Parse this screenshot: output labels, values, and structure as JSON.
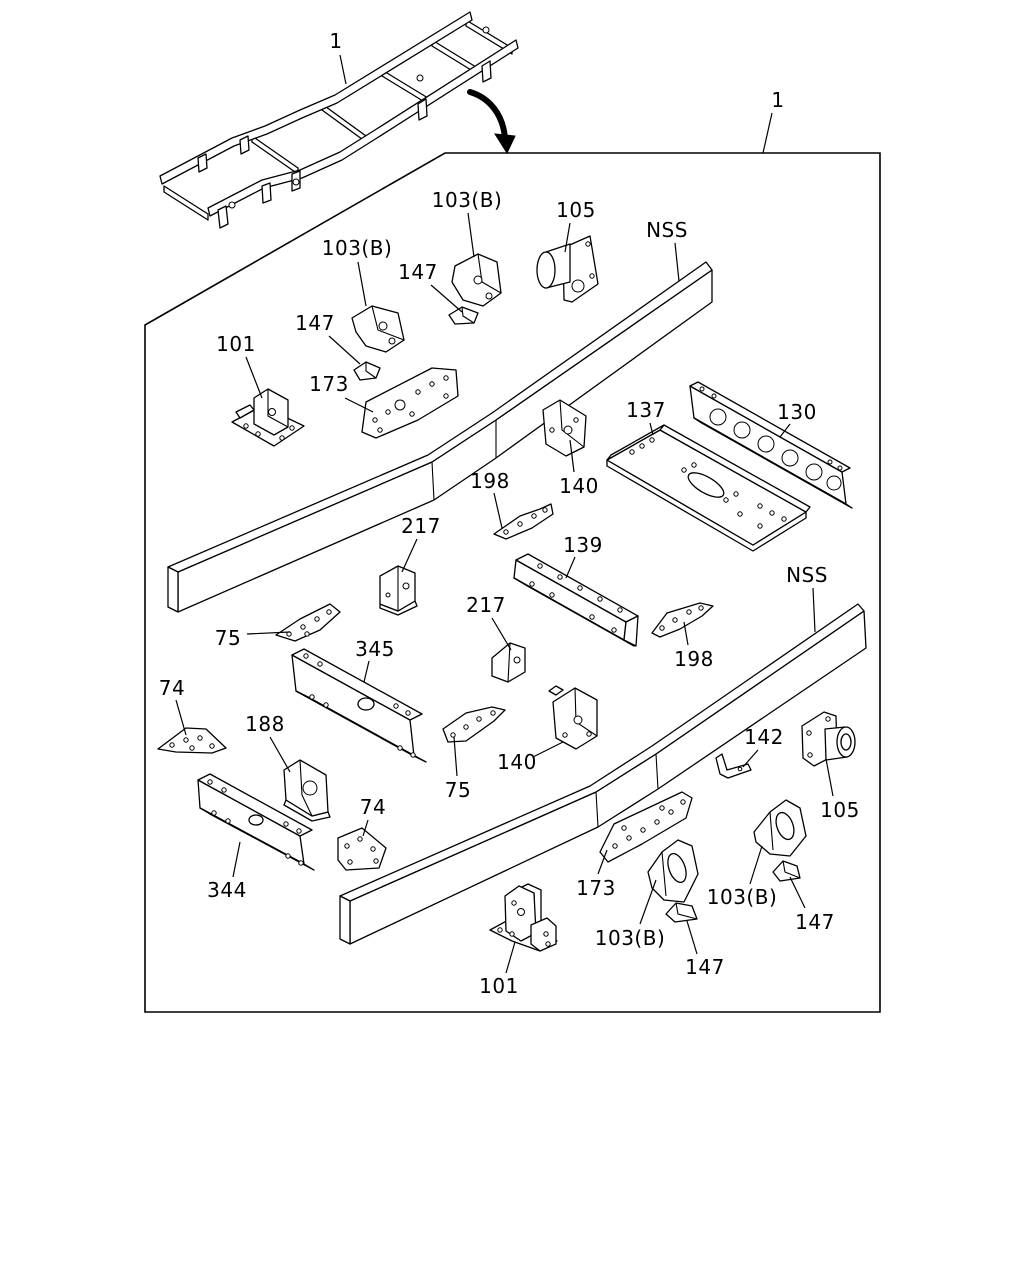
{
  "colors": {
    "line": "#000000",
    "background": "#ffffff"
  },
  "callouts": [
    "1",
    "1",
    "103(B)",
    "105",
    "NSS",
    "103(B)",
    "147",
    "147",
    "101",
    "173",
    "137",
    "130",
    "198",
    "140",
    "217",
    "139",
    "NSS",
    "217",
    "75",
    "345",
    "198",
    "74",
    "188",
    "142",
    "140",
    "75",
    "74",
    "105",
    "344",
    "173",
    "103(B)",
    "147",
    "103(B)",
    "147",
    "101"
  ]
}
